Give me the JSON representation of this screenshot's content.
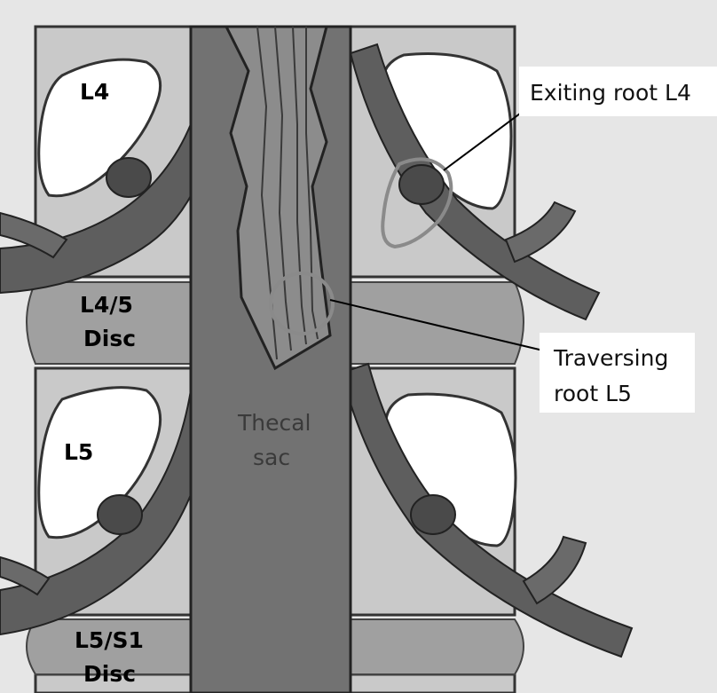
{
  "labels": {
    "l4": "L4",
    "l45_line1": "L4/5",
    "l45_line2": "Disc",
    "l5": "L5",
    "l5s1_line1": "L5/S1",
    "l5s1_line2": "Disc",
    "thecal_line1": "Thecal",
    "thecal_line2": "sac",
    "exiting": "Exiting root L4",
    "traversing_line1": "Traversing",
    "traversing_line2": "root L5"
  },
  "colors": {
    "background": "#e6e6e6",
    "bone": "#c8c8c8",
    "disc": "#9c9c9c",
    "thecal_sac": "#6f6f6f",
    "nerve_root": "#5a5a5a",
    "foramen": "#ffffff"
  }
}
